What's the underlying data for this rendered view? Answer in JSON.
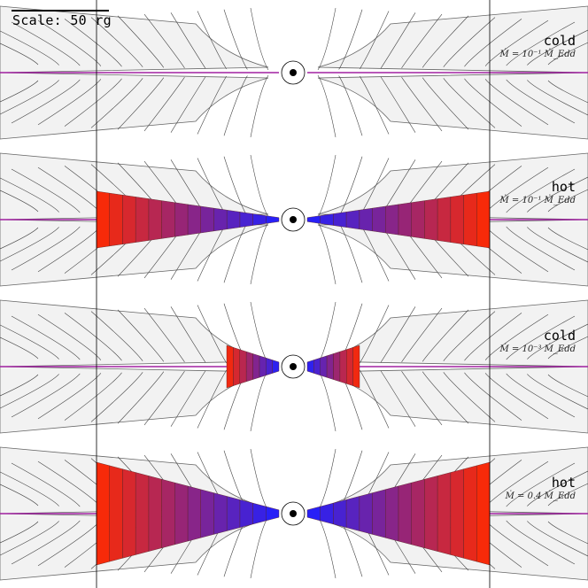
{
  "scale_label": "Scale: 50 rg",
  "colors": {
    "background": "#ffffff",
    "outflow_fill": "#f2f2f2",
    "streamline": "#444444",
    "midplane": "#a020a0",
    "thin_disk": "#5060d0",
    "hot_inner": "#2020ff",
    "hot_outer": "#ff2a00"
  },
  "panels": [
    {
      "state": "cold",
      "rate": "Ṁ = 10⁻¹ Ṁ_Edd",
      "corona": "none"
    },
    {
      "state": "hot",
      "rate": "Ṁ = 10⁻¹ Ṁ_Edd",
      "corona": "full"
    },
    {
      "state": "cold",
      "rate": "Ṁ = 10⁻³ Ṁ_Edd",
      "corona": "inner"
    },
    {
      "state": "hot",
      "rate": "Ṁ = 0.4 Ṁ_Edd",
      "corona": "full-thick"
    }
  ]
}
